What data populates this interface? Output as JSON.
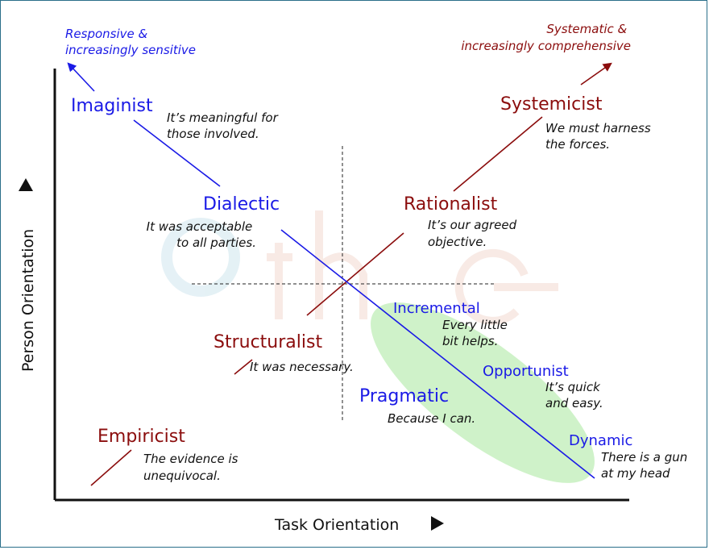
{
  "colors": {
    "blue": "#1a1ae6",
    "red": "#8b0d0d",
    "black": "#111111",
    "ellipse": "#c7f0c0",
    "watermark": "#cfe6ee"
  },
  "axes": {
    "x_label": "Task Orientation",
    "y_label": "Person Orientation"
  },
  "corner_notes": {
    "top_left": [
      "Responsive &",
      "increasingly sensitive"
    ],
    "top_right": [
      "Systematic &",
      "increasingly comprehensive"
    ]
  },
  "styles": {
    "imaginist": {
      "name": "Imaginist",
      "quote": [
        "It’s meaningful for",
        "those involved."
      ]
    },
    "dialectic": {
      "name": "Dialectic",
      "quote": [
        "It was acceptable",
        "to all parties."
      ]
    },
    "systemicist": {
      "name": "Systemicist",
      "quote": [
        "We must harness",
        "the forces."
      ]
    },
    "rationalist": {
      "name": "Rationalist",
      "quote": [
        "It’s our agreed",
        "objective."
      ]
    },
    "structuralist": {
      "name": "Structuralist",
      "quote": [
        "It was necessary."
      ]
    },
    "empiricist": {
      "name": "Empiricist",
      "quote": [
        "The evidence is",
        "unequivocal."
      ]
    },
    "incremental": {
      "name": "Incremental",
      "quote": [
        "Every little",
        "bit helps."
      ]
    },
    "opportunist": {
      "name": "Opportunist",
      "quote": [
        "It’s quick",
        "and easy."
      ]
    },
    "pragmatic": {
      "name": "Pragmatic",
      "quote": [
        "Because I can."
      ]
    },
    "dynamic": {
      "name": "Dynamic",
      "quote": [
        "There is a gun",
        "at my head"
      ]
    }
  }
}
